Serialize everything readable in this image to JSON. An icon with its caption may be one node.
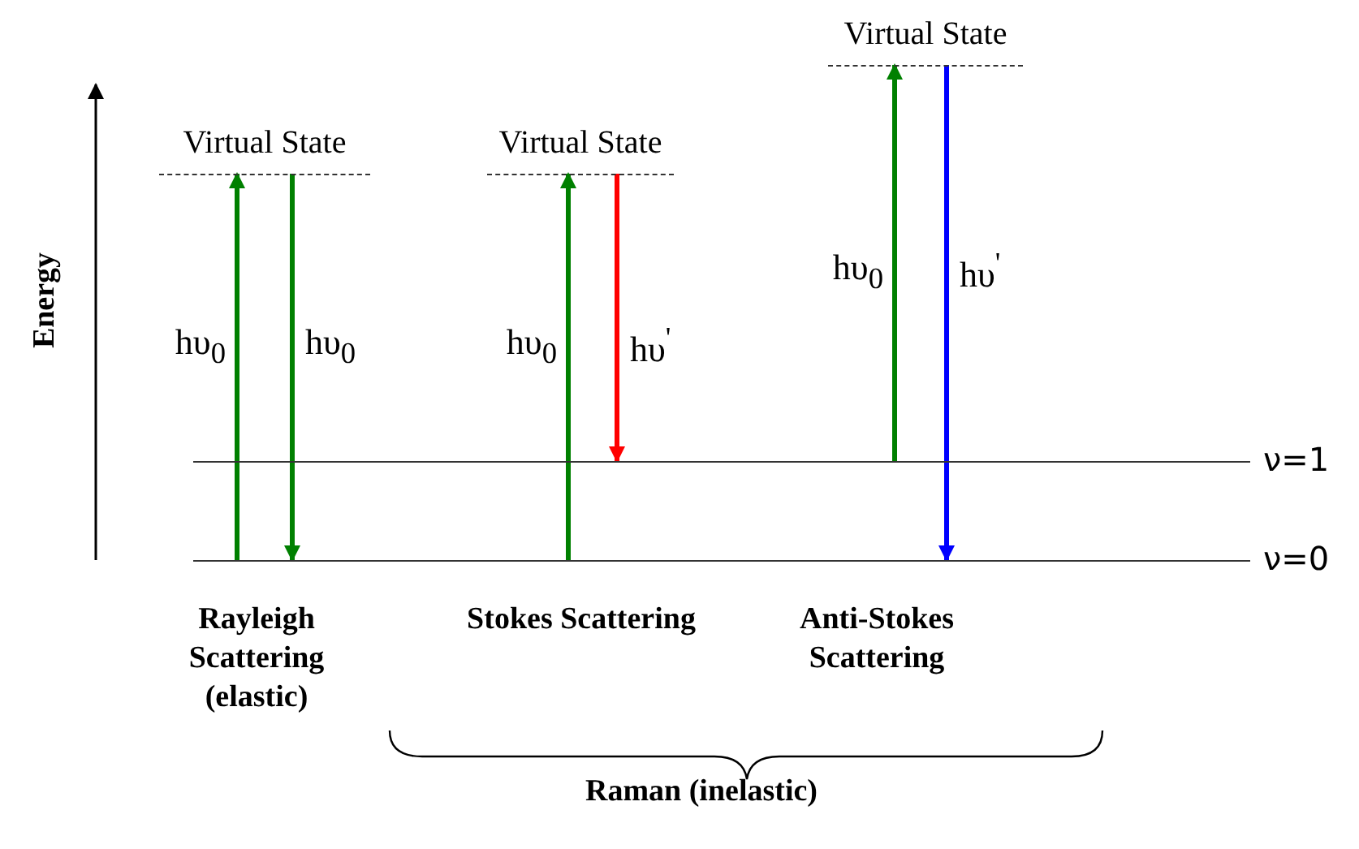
{
  "diagram": {
    "nodes": [
      {
        "text": [
          "Virtual State"
        ]
      },
      {
        "text": [
          "Virtual State"
        ]
      },
      {
        "text": [
          "Virtual State"
        ]
      },
      {
        "text": [
          "ν=1"
        ]
      },
      {
        "text": [
          "ν=0"
        ]
      }
    ],
    "edges": [
      {
        "from": 4,
        "to": 0,
        "arrow": "to",
        "label": "hυ$_{0}$"
      },
      {
        "from": 0,
        "to": 4,
        "arrow": "to",
        "label": "hυ$_{0}$"
      },
      {
        "from": 4,
        "to": 1,
        "arrow": "to",
        "label": "hυ$_{0}$"
      },
      {
        "from": 1,
        "to": 3,
        "arrow": "to",
        "label": "hυ$^{'}$",
        "color": "#ff0000"
      },
      {
        "from": 3,
        "to": 2,
        "arrow": "to",
        "label": "hυ$_{0}$"
      },
      {
        "from": 2,
        "to": 4,
        "arrow": "to",
        "label": "hυ$^{'}$",
        "color": "#0000ff"
      }
    ],
    "labels": [
      "Energy",
      "Rayleigh Scattering (elastic)",
      "Stokes Scattering",
      "Anti-Stokes Scattering",
      "Raman (inelastic)"
    ]
  }
}
